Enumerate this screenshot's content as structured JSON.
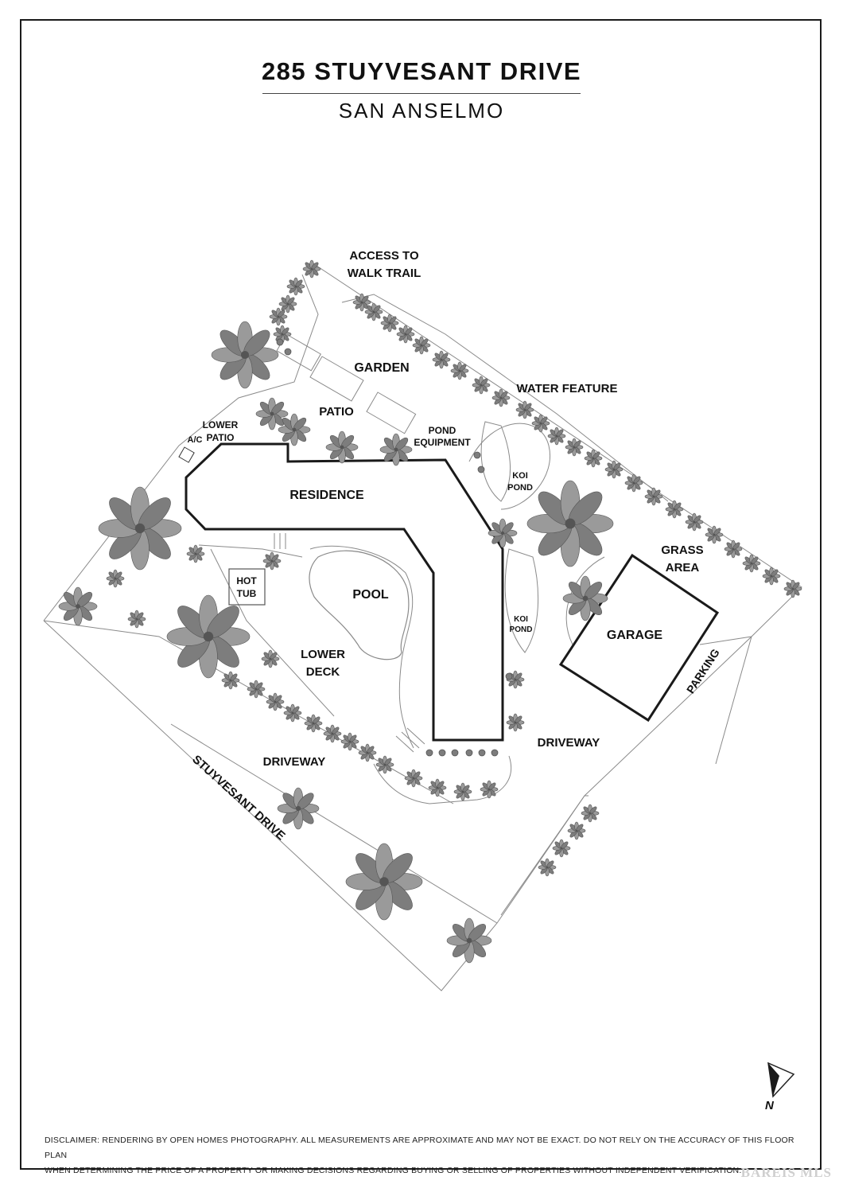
{
  "header": {
    "title": "285 STUYVESANT DRIVE",
    "subtitle": "SAN ANSELMO"
  },
  "labels": {
    "access_1": "ACCESS TO",
    "access_2": "WALK TRAIL",
    "garden": "GARDEN",
    "water_feature": "WATER FEATURE",
    "patio": "PATIO",
    "lower_patio_1": "LOWER",
    "lower_patio_2": "PATIO",
    "ac": "A/C",
    "pond_equipment_1": "POND",
    "pond_equipment_2": "EQUIPMENT",
    "residence": "RESIDENCE",
    "koi_pond_top_1": "KOI",
    "koi_pond_top_2": "POND",
    "grass_area_1": "GRASS",
    "grass_area_2": "AREA",
    "hot_tub_1": "HOT",
    "hot_tub_2": "TUB",
    "pool": "POOL",
    "koi_pond_bottom_1": "KOI",
    "koi_pond_bottom_2": "POND",
    "garage": "GARAGE",
    "lower_deck_1": "LOWER",
    "lower_deck_2": "DECK",
    "parking": "PARKING",
    "driveway_right": "DRIVEWAY",
    "driveway_left": "DRIVEWAY",
    "street": "STUYVESANT DRIVE"
  },
  "compass": {
    "letter": "N"
  },
  "disclaimer": {
    "line1": "DISCLAIMER: RENDERING BY OPEN HOMES PHOTOGRAPHY. ALL MEASUREMENTS ARE APPROXIMATE AND MAY NOT BE EXACT. DO NOT RELY ON THE ACCURACY OF THIS FLOOR PLAN",
    "line2": "WHEN DETERMINING THE PRICE OF A PROPERTY OR MAKING DECISIONS REGARDING BUYING OR SELLING OF PROPERTIES WITHOUT INDEPENDENT VERIFICATION."
  },
  "watermark": "BAREIS MLS",
  "colors": {
    "line": "#1a1a1a",
    "thin": "#8a8a8a",
    "tree": "#7d7d7d",
    "tree_dark": "#555555"
  }
}
